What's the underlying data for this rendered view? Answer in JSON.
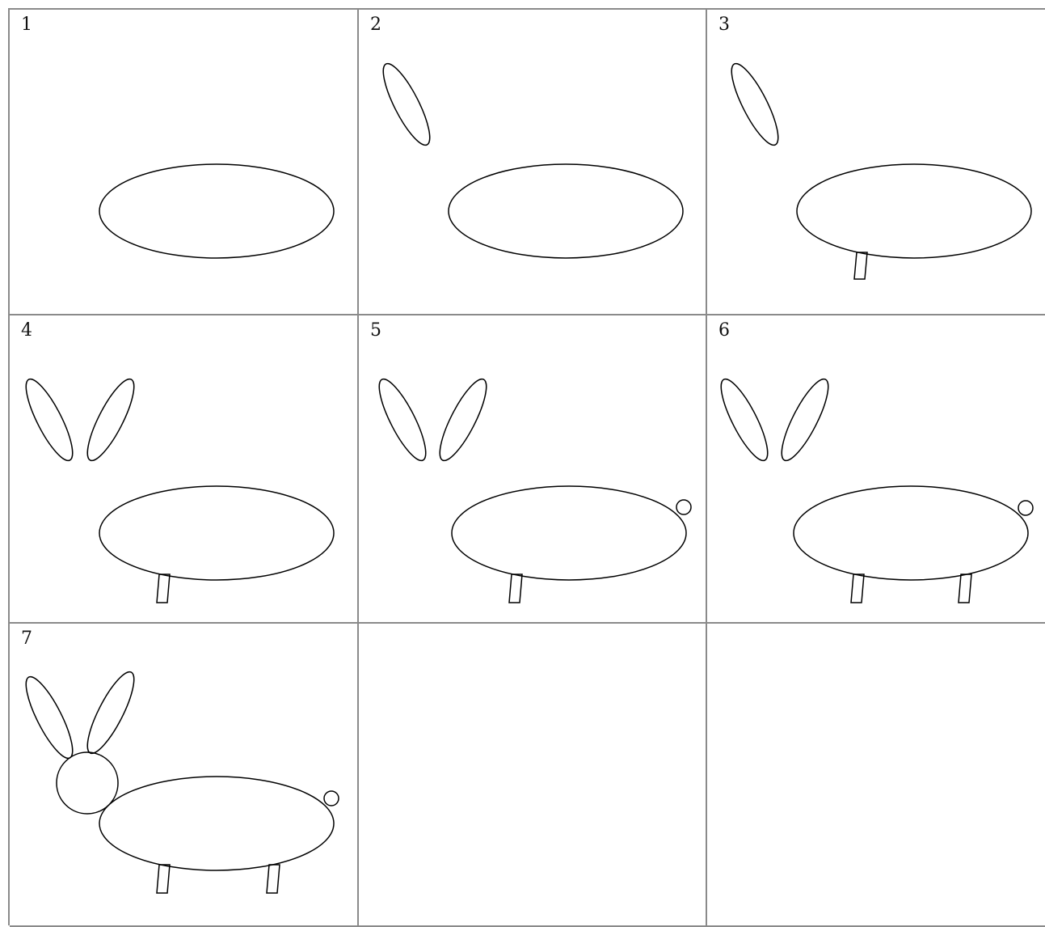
{
  "steps": [
    {
      "number": "1",
      "parts": [
        "body"
      ]
    },
    {
      "number": "2",
      "parts": [
        "body",
        "ear-left"
      ]
    },
    {
      "number": "3",
      "parts": [
        "body",
        "ear-left",
        "leg-front"
      ]
    },
    {
      "number": "4",
      "parts": [
        "body",
        "ear-left",
        "ear-right",
        "leg-front"
      ]
    },
    {
      "number": "5",
      "parts": [
        "body",
        "ear-left",
        "ear-right",
        "leg-front",
        "tail"
      ]
    },
    {
      "number": "6",
      "parts": [
        "body",
        "ear-left",
        "ear-right",
        "leg-front",
        "leg-back",
        "tail"
      ]
    },
    {
      "number": "7",
      "parts": [
        "body",
        "ear-left",
        "ear-right",
        "leg-front",
        "leg-back",
        "tail",
        "head"
      ]
    }
  ],
  "style": {
    "stroke_color": "#000000",
    "grid_line_color": "#8a8a8a",
    "background_color": "#ffffff"
  }
}
